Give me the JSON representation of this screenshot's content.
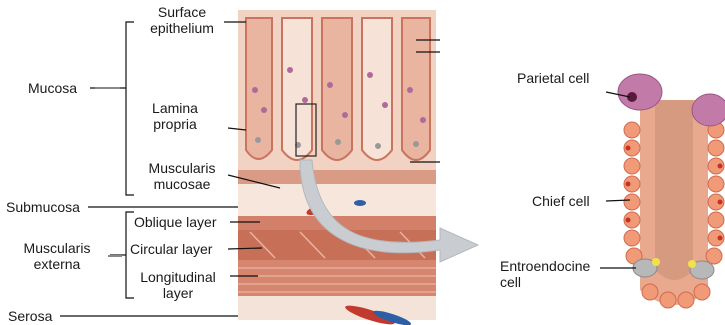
{
  "labels": {
    "surface_epithelium": [
      "Surface",
      "epithelium"
    ],
    "mucosa": "Mucosa",
    "lamina_propria": [
      "Lamina",
      "propria"
    ],
    "muscularis_mucosae": [
      "Muscularis",
      "mucosae"
    ],
    "submucosa": "Submucosa",
    "oblique_layer": "Oblique layer",
    "circular_layer": "Circular layer",
    "longitudinal_layer": [
      "Longitudinal",
      "layer"
    ],
    "muscularis_externa": [
      "Muscularis",
      "externa"
    ],
    "serosa": "Serosa",
    "parietal_cell": "Parietal cell",
    "chief_cell": "Chief cell",
    "entroendocine_cell": [
      "Entroendocine",
      "cell"
    ]
  },
  "colors": {
    "mucosa_tissue": "#e8b8a4",
    "gland_wall": "#d98a72",
    "muscle": "#c8705a",
    "submucosa": "#f3dccf",
    "arrow": "#c9cdd2",
    "parietal": "#b56aa0",
    "chief_cell": "#f09a78",
    "enteroendocrine": "#f2e24a"
  }
}
